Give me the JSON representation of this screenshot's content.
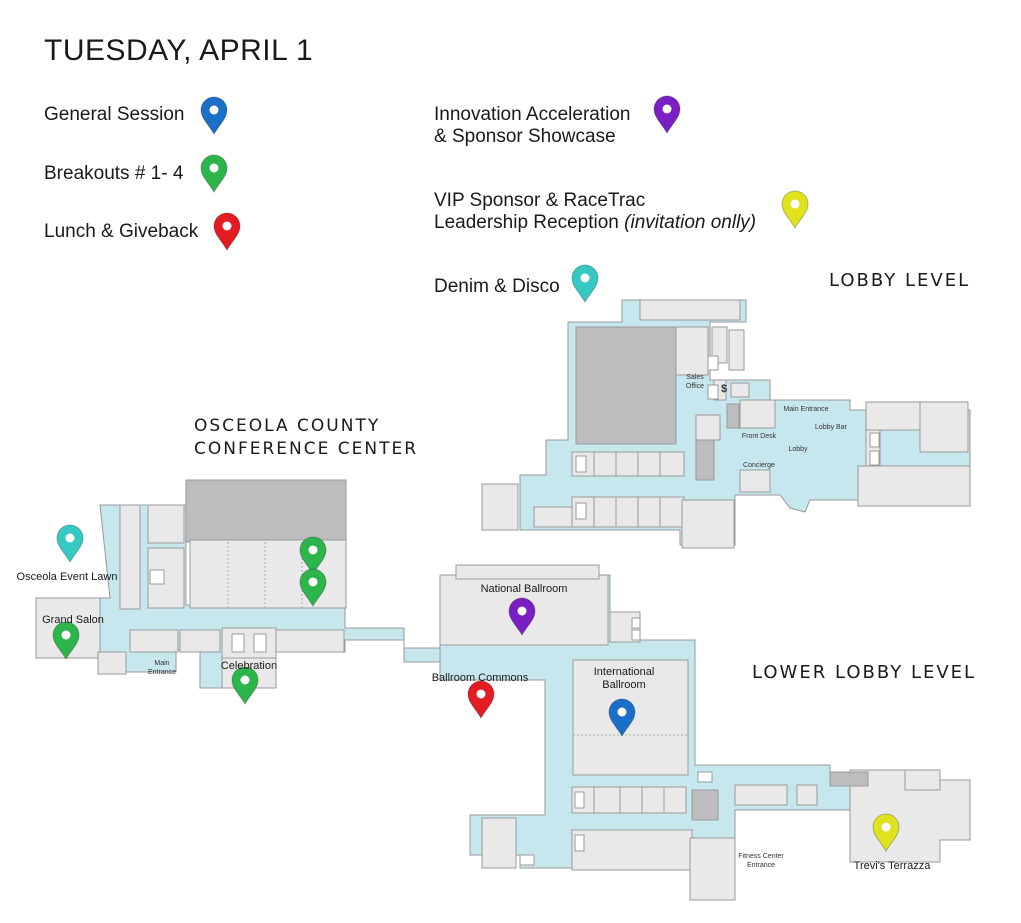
{
  "title": "TUESDAY, APRIL 1",
  "legend": [
    {
      "label": "General Session",
      "color": "#1a6fc9"
    },
    {
      "label": "Breakouts # 1- 4",
      "color": "#2bb54a"
    },
    {
      "label": "Lunch & Giveback",
      "color": "#e31b23"
    },
    {
      "label_line1": "Innovation Acceleration",
      "label_line2": "& Sponsor Showcase",
      "color": "#7b1fc4"
    },
    {
      "label_line1": "VIP Sponsor & RaceTrac",
      "label_line2": "Leadership Reception",
      "label_italic": "(invitation onlly)",
      "color": "#e0e21e"
    },
    {
      "label": "Denim & Disco",
      "color": "#35c9c4"
    }
  ],
  "levels": {
    "lobby": "LOBBY LEVEL",
    "lower_lobby": "LOWER LOBBY LEVEL",
    "conference_line1": "OSCEOLA COUNTY",
    "conference_line2": "CONFERENCE CENTER"
  },
  "rooms": {
    "national_ballroom": "National Ballroom",
    "international_ballroom_line1": "International",
    "international_ballroom_line2": "Ballroom",
    "ballroom_commons": "Ballroom Commons",
    "grand_salon": "Grand Salon",
    "celebration": "Celebration",
    "osceola_event_lawn": "Osceola Event Lawn",
    "trevis_terrazza": "Trevi's Terrazza",
    "sales_office_line1": "Sales",
    "sales_office_line2": "Office",
    "main_entrance_lobby": "Main Entrance",
    "lobby_bar": "Lobby Bar",
    "front_desk": "Front Desk",
    "lobby": "Lobby",
    "concierge": "Concierge",
    "main_entrance_cc_line1": "Main",
    "main_entrance_cc_line2": "Entrance",
    "fitness_line1": "Fitness Center",
    "fitness_line2": "Entrance",
    "dollar": "$"
  },
  "pins": [
    {
      "name": "pin-legend-general-session",
      "color": "#1a6fc9"
    },
    {
      "name": "pin-legend-breakouts",
      "color": "#2bb54a"
    },
    {
      "name": "pin-legend-lunch",
      "color": "#e31b23"
    },
    {
      "name": "pin-legend-innovation",
      "color": "#7b1fc4"
    },
    {
      "name": "pin-legend-vip",
      "color": "#e0e21e"
    },
    {
      "name": "pin-legend-denim",
      "color": "#35c9c4"
    },
    {
      "name": "pin-national-ballroom",
      "color": "#7b1fc4"
    },
    {
      "name": "pin-international-ballroom",
      "color": "#1a6fc9"
    },
    {
      "name": "pin-ballroom-commons",
      "color": "#e31b23"
    },
    {
      "name": "pin-trevis-terrazza",
      "color": "#e0e21e"
    },
    {
      "name": "pin-osceola-event-lawn",
      "color": "#35c9c4"
    },
    {
      "name": "pin-grand-salon",
      "color": "#2bb54a"
    },
    {
      "name": "pin-celebration",
      "color": "#2bb54a"
    },
    {
      "name": "pin-conference-room-1",
      "color": "#2bb54a"
    },
    {
      "name": "pin-conference-room-2",
      "color": "#2bb54a"
    }
  ],
  "colors": {
    "corridor": "#c7e7ee",
    "room": "#e9e9ea",
    "room_dark": "#bdbdbf",
    "outline": "#9a9a9a"
  }
}
